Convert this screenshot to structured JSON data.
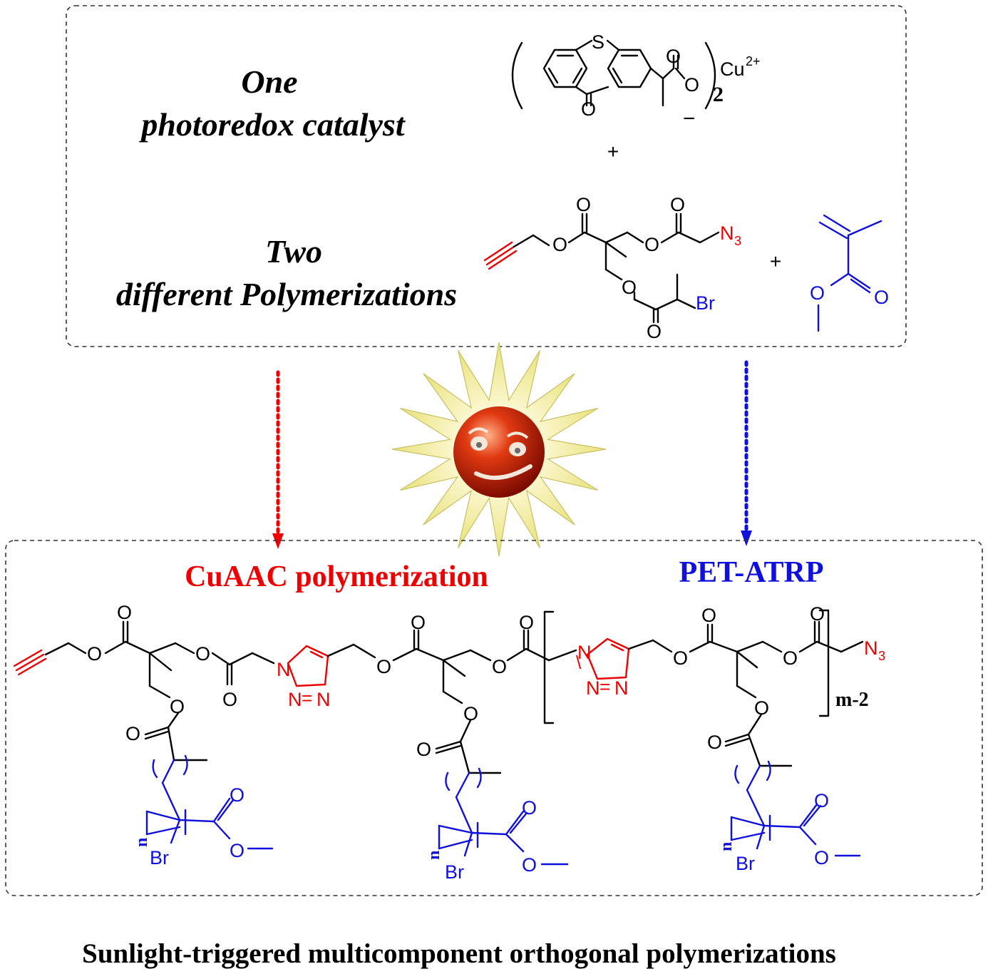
{
  "top_box": {
    "line1": "One",
    "line2": "photoredox catalyst",
    "line3": "Two",
    "line4": "different Polymerizations"
  },
  "catalyst": {
    "metal": "Cu",
    "charge": "2+",
    "subscript": "2",
    "anion": "−",
    "atom_S": "S",
    "atom_O": "O"
  },
  "plus_sign": "+",
  "monomer": {
    "N3": "N",
    "N3_sub": "3",
    "Br": "Br",
    "O": "O"
  },
  "arrows": {
    "left_color": "#ee0000",
    "right_color": "#1010dd"
  },
  "bottom_box": {
    "cuaac_label": "CuAAC polymerization",
    "cuaac_color": "#ee0000",
    "petatrp_label": "PET-ATRP",
    "petatrp_color": "#1010dd",
    "repeat_label": "m-2",
    "n_label": "n",
    "triazole_N": "N",
    "N3": "N",
    "N3_sub": "3",
    "Br": "Br",
    "O": "O"
  },
  "caption": "Sunlight-triggered multicomponent orthogonal polymerizations",
  "icons": [
    "sun-icon",
    "smiley-face-icon"
  ]
}
